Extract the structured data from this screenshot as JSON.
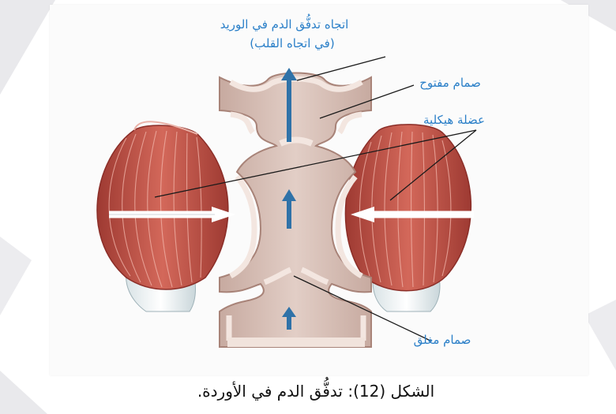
{
  "labels": {
    "flow_direction_line1": "اتجاه تدفُّق الدم في الوريد",
    "flow_direction_line2": "(في اتجاه القلب)",
    "valve_open": "صمام مفتوح",
    "skeletal_muscle": "عضلة هيكلية",
    "valve_closed": "صمام مغلق"
  },
  "caption": "الشكل (12): تدفُّق الدم في الأوردة.",
  "colors": {
    "label_blue": "#2a7fc8",
    "vein_fill": "#d8beb4",
    "vein_wall": "#f1e3dc",
    "vein_outline": "#b08d82",
    "muscle_red": "#c95a4e",
    "arrow_blue": "#2f72a8"
  }
}
